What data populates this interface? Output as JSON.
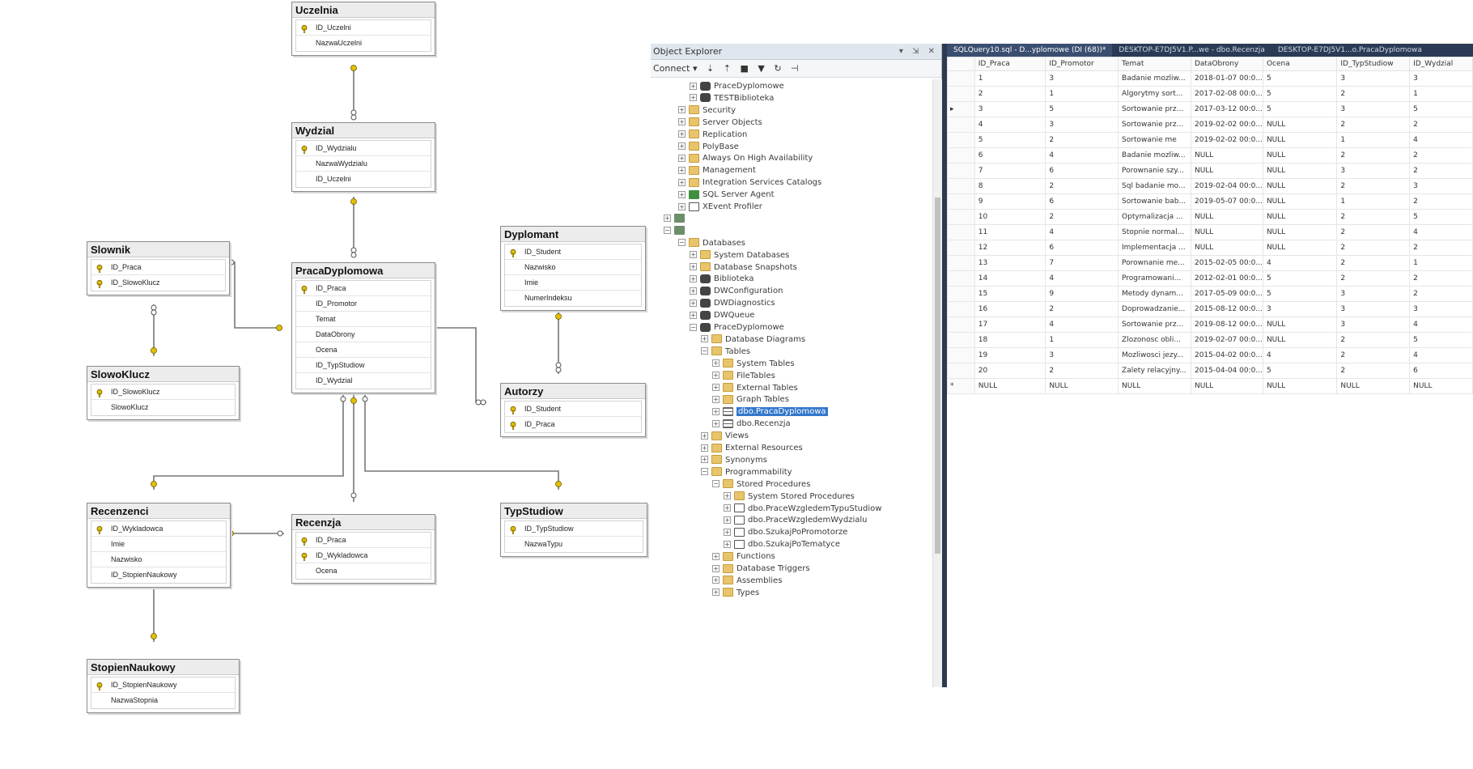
{
  "colors": {
    "connector": "#777777",
    "key": "#e2c000",
    "selection": "#3377cc",
    "doc_tab_bar": "#2b3b55"
  },
  "diagram": {
    "tables": [
      {
        "id": "uczelnia",
        "name": "Uczelnia",
        "columns": [
          {
            "name": "ID_Uczelni",
            "key": true
          },
          {
            "name": "NazwaUczelni",
            "key": false
          }
        ]
      },
      {
        "id": "wydzial",
        "name": "Wydzial",
        "columns": [
          {
            "name": "ID_Wydzialu",
            "key": true
          },
          {
            "name": "NazwaWydzialu",
            "key": false
          },
          {
            "name": "ID_Uczelni",
            "key": false
          }
        ]
      },
      {
        "id": "slownik",
        "name": "Slownik",
        "columns": [
          {
            "name": "ID_Praca",
            "key": true
          },
          {
            "name": "ID_SlowoKlucz",
            "key": true
          }
        ]
      },
      {
        "id": "praca",
        "name": "PracaDyplomowa",
        "columns": [
          {
            "name": "ID_Praca",
            "key": true
          },
          {
            "name": "ID_Promotor",
            "key": false
          },
          {
            "name": "Temat",
            "key": false
          },
          {
            "name": "DataObrony",
            "key": false
          },
          {
            "name": "Ocena",
            "key": false
          },
          {
            "name": "ID_TypStudiow",
            "key": false
          },
          {
            "name": "ID_Wydzial",
            "key": false
          }
        ]
      },
      {
        "id": "dyplomant",
        "name": "Dyplomant",
        "columns": [
          {
            "name": "ID_Student",
            "key": true
          },
          {
            "name": "Nazwisko",
            "key": false
          },
          {
            "name": "Imie",
            "key": false
          },
          {
            "name": "NumerIndeksu",
            "key": false
          }
        ]
      },
      {
        "id": "slowoklucz",
        "name": "SlowoKlucz",
        "columns": [
          {
            "name": "ID_SlowoKlucz",
            "key": true
          },
          {
            "name": "SlowoKlucz",
            "key": false
          }
        ]
      },
      {
        "id": "autorzy",
        "name": "Autorzy",
        "columns": [
          {
            "name": "ID_Student",
            "key": true
          },
          {
            "name": "ID_Praca",
            "key": true
          }
        ]
      },
      {
        "id": "recenzenci",
        "name": "Recenzenci",
        "columns": [
          {
            "name": "ID_Wykladowca",
            "key": true
          },
          {
            "name": "Imie",
            "key": false
          },
          {
            "name": "Nazwisko",
            "key": false
          },
          {
            "name": "ID_StopienNaukowy",
            "key": false
          }
        ]
      },
      {
        "id": "recenzja",
        "name": "Recenzja",
        "columns": [
          {
            "name": "ID_Praca",
            "key": true
          },
          {
            "name": "ID_Wykladowca",
            "key": true
          },
          {
            "name": "Ocena",
            "key": false
          }
        ]
      },
      {
        "id": "typstudiow",
        "name": "TypStudiow",
        "columns": [
          {
            "name": "ID_TypStudiow",
            "key": true
          },
          {
            "name": "NazwaTypu",
            "key": false
          }
        ]
      },
      {
        "id": "stopien",
        "name": "StopienNaukowy",
        "columns": [
          {
            "name": "ID_StopienNaukowy",
            "key": true
          },
          {
            "name": "NazwaStopnia",
            "key": false
          }
        ]
      }
    ]
  },
  "object_explorer": {
    "title": "Object Explorer",
    "controls": "▾ ⇲ ✕",
    "connect_label": "Connect ▾",
    "tree": [
      {
        "label": "PraceDyplomowe",
        "level": 2,
        "icon": "db",
        "exp": "+"
      },
      {
        "label": "TESTBiblioteka",
        "level": 2,
        "icon": "db",
        "exp": "+"
      },
      {
        "label": "Security",
        "level": 1,
        "icon": "folder",
        "exp": "+"
      },
      {
        "label": "Server Objects",
        "level": 1,
        "icon": "folder",
        "exp": "+"
      },
      {
        "label": "Replication",
        "level": 1,
        "icon": "folder",
        "exp": "+"
      },
      {
        "label": "PolyBase",
        "level": 1,
        "icon": "folder",
        "exp": "+"
      },
      {
        "label": "Always On High Availability",
        "level": 1,
        "icon": "folder",
        "exp": "+"
      },
      {
        "label": "Management",
        "level": 1,
        "icon": "folder",
        "exp": "+"
      },
      {
        "label": "Integration Services Catalogs",
        "level": 1,
        "icon": "folder",
        "exp": "+"
      },
      {
        "label": "SQL Server Agent",
        "level": 1,
        "icon": "agent",
        "exp": "+"
      },
      {
        "label": "XEvent Profiler",
        "level": 1,
        "icon": "prof",
        "exp": "+"
      },
      {
        "label": "",
        "level": 0,
        "icon": "server",
        "exp": "+"
      },
      {
        "label": "",
        "level": 0,
        "icon": "server",
        "exp": "−"
      },
      {
        "label": "Databases",
        "level": 1,
        "icon": "folder",
        "exp": "−"
      },
      {
        "label": "System Databases",
        "level": 2,
        "icon": "folder",
        "exp": "+"
      },
      {
        "label": "Database Snapshots",
        "level": 2,
        "icon": "folder",
        "exp": "+"
      },
      {
        "label": "Biblioteka",
        "level": 2,
        "icon": "db",
        "exp": "+"
      },
      {
        "label": "DWConfiguration",
        "level": 2,
        "icon": "db",
        "exp": "+"
      },
      {
        "label": "DWDiagnostics",
        "level": 2,
        "icon": "db",
        "exp": "+"
      },
      {
        "label": "DWQueue",
        "level": 2,
        "icon": "db",
        "exp": "+"
      },
      {
        "label": "PraceDyplomowe",
        "level": 2,
        "icon": "db",
        "exp": "−"
      },
      {
        "label": "Database Diagrams",
        "level": 3,
        "icon": "folder",
        "exp": "+"
      },
      {
        "label": "Tables",
        "level": 3,
        "icon": "folder",
        "exp": "−"
      },
      {
        "label": "System Tables",
        "level": 4,
        "icon": "folder",
        "exp": "+"
      },
      {
        "label": "FileTables",
        "level": 4,
        "icon": "folder",
        "exp": "+"
      },
      {
        "label": "External Tables",
        "level": 4,
        "icon": "folder",
        "exp": "+"
      },
      {
        "label": "Graph Tables",
        "level": 4,
        "icon": "folder",
        "exp": "+"
      },
      {
        "label": "dbo.PracaDyplomowa",
        "level": 4,
        "icon": "table",
        "exp": "+",
        "selected": true
      },
      {
        "label": "dbo.Recenzja",
        "level": 4,
        "icon": "table",
        "exp": "+"
      },
      {
        "label": "Views",
        "level": 3,
        "icon": "folder",
        "exp": "+"
      },
      {
        "label": "External Resources",
        "level": 3,
        "icon": "folder",
        "exp": "+"
      },
      {
        "label": "Synonyms",
        "level": 3,
        "icon": "folder",
        "exp": "+"
      },
      {
        "label": "Programmability",
        "level": 3,
        "icon": "folder",
        "exp": "−"
      },
      {
        "label": "Stored Procedures",
        "level": 4,
        "icon": "folder",
        "exp": "−"
      },
      {
        "label": "System Stored Procedures",
        "level": 5,
        "icon": "folder",
        "exp": "+"
      },
      {
        "label": "dbo.PraceWzgledemTypuStudiow",
        "level": 5,
        "icon": "proc",
        "exp": "+"
      },
      {
        "label": "dbo.PraceWzgledemWydzialu",
        "level": 5,
        "icon": "proc",
        "exp": "+"
      },
      {
        "label": "dbo.SzukajPoPromotorze",
        "level": 5,
        "icon": "proc",
        "exp": "+"
      },
      {
        "label": "dbo.SzukajPoTematyce",
        "level": 5,
        "icon": "proc",
        "exp": "+"
      },
      {
        "label": "Functions",
        "level": 4,
        "icon": "folder",
        "exp": "+"
      },
      {
        "label": "Database Triggers",
        "level": 4,
        "icon": "folder",
        "exp": "+"
      },
      {
        "label": "Assemblies",
        "level": 4,
        "icon": "folder",
        "exp": "+"
      },
      {
        "label": "Types",
        "level": 4,
        "icon": "folder",
        "exp": "+"
      }
    ]
  },
  "doc_tabs": [
    {
      "label": "SQLQuery10.sql - D...yplomowe (DI (68))*",
      "active": true
    },
    {
      "label": "DESKTOP-E7DJ5V1.P...we - dbo.Recenzja",
      "active": false
    },
    {
      "label": "DESKTOP-E7DJ5V1...o.PracaDyplomowa",
      "active": false
    }
  ],
  "grid": {
    "headers": [
      "",
      "ID_Praca",
      "ID_Promotor",
      "Temat",
      "DataObrony",
      "Ocena",
      "ID_TypStudiow",
      "ID_Wydzial"
    ],
    "rows": [
      [
        "",
        "1",
        "3",
        "Badanie mozliw...",
        "2018-01-07 00:0...",
        "5",
        "3",
        "3"
      ],
      [
        "",
        "2",
        "1",
        "Algorytmy sort...",
        "2017-02-08 00:0...",
        "5",
        "2",
        "1"
      ],
      [
        "▸",
        "3",
        "5",
        "Sortowanie prz...",
        "2017-03-12 00:0...",
        "5",
        "3",
        "5"
      ],
      [
        "",
        "4",
        "3",
        "Sortowanie prz...",
        "2019-02-02 00:0...",
        "NULL",
        "2",
        "2"
      ],
      [
        "",
        "5",
        "2",
        "Sortowanie me",
        "2019-02-02 00:0...",
        "NULL",
        "1",
        "4"
      ],
      [
        "",
        "6",
        "4",
        "Badanie mozliw...",
        "NULL",
        "NULL",
        "2",
        "2"
      ],
      [
        "",
        "7",
        "6",
        "Porownanie szy...",
        "NULL",
        "NULL",
        "3",
        "2"
      ],
      [
        "",
        "8",
        "2",
        "Sql badanie mo...",
        "2019-02-04 00:0...",
        "NULL",
        "2",
        "3"
      ],
      [
        "",
        "9",
        "6",
        "Sortowanie bab...",
        "2019-05-07 00:0...",
        "NULL",
        "1",
        "2"
      ],
      [
        "",
        "10",
        "2",
        "Optymalizacja ...",
        "NULL",
        "NULL",
        "2",
        "5"
      ],
      [
        "",
        "11",
        "4",
        "Stopnie normal...",
        "NULL",
        "NULL",
        "2",
        "4"
      ],
      [
        "",
        "12",
        "6",
        "Implementacja ...",
        "NULL",
        "NULL",
        "2",
        "2"
      ],
      [
        "",
        "13",
        "7",
        "Porownanie me...",
        "2015-02-05 00:0...",
        "4",
        "2",
        "1"
      ],
      [
        "",
        "14",
        "4",
        "Programowani...",
        "2012-02-01 00:0...",
        "5",
        "2",
        "2"
      ],
      [
        "",
        "15",
        "9",
        "Metody dynam...",
        "2017-05-09 00:0...",
        "5",
        "3",
        "2"
      ],
      [
        "",
        "16",
        "2",
        "Doprowadzanie...",
        "2015-08-12 00:0...",
        "3",
        "3",
        "3"
      ],
      [
        "",
        "17",
        "4",
        "Sortowanie prz...",
        "2019-08-12 00:0...",
        "NULL",
        "3",
        "4"
      ],
      [
        "",
        "18",
        "1",
        "Zlozonosc obli...",
        "2019-02-07 00:0...",
        "NULL",
        "2",
        "5"
      ],
      [
        "",
        "19",
        "3",
        "Mozliwosci jezy...",
        "2015-04-02 00:0...",
        "4",
        "2",
        "4"
      ],
      [
        "",
        "20",
        "2",
        "Zalety relacyjny...",
        "2015-04-04 00:0...",
        "5",
        "2",
        "6"
      ],
      [
        "*",
        "NULL",
        "NULL",
        "NULL",
        "NULL",
        "NULL",
        "NULL",
        "NULL"
      ]
    ]
  }
}
